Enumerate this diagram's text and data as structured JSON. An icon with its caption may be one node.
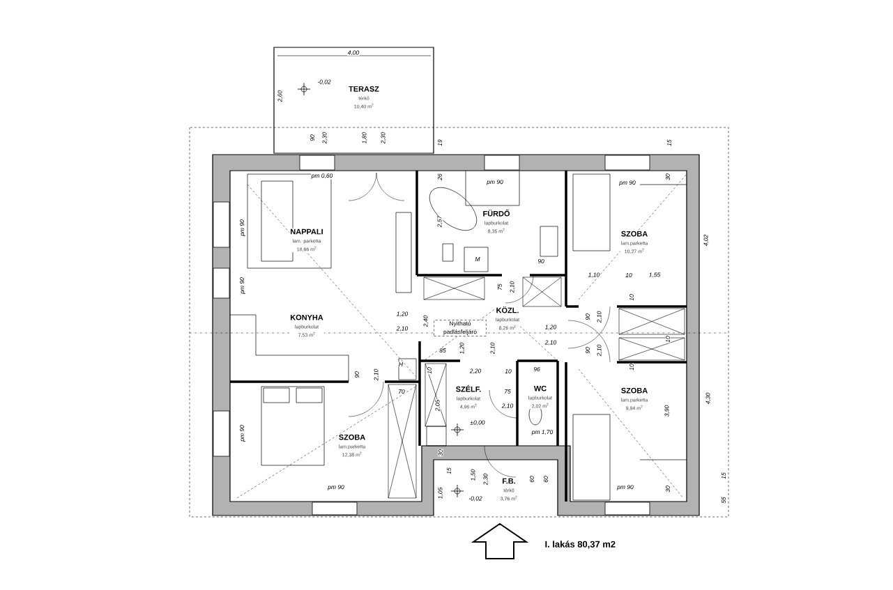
{
  "diagram": {
    "caption": "I. lakás 80,37 m2",
    "nodes": [
      {
        "text": [
          "TERASZ",
          "térkő",
          "10,40 m$^{2}$"
        ]
      },
      {
        "text": [
          "NAPPALI",
          "lam. parketta",
          "18,66 m$^{2}$"
        ]
      },
      {
        "text": [
          "FÜRDŐ",
          "lapburkolat",
          "8,35 m$^{2}$"
        ]
      },
      {
        "text": [
          "SZOBA",
          "lam.parketta",
          "10,27 m$^{2}$"
        ]
      },
      {
        "text": [
          "KONYHA",
          "lapburkolat",
          "7,53 m$^{2}$"
        ]
      },
      {
        "text": [
          "KÖZL.",
          "lapburkolat",
          "8,26 m$^{2}$"
        ]
      },
      {
        "text": [
          "Nyitható padlásfeljáró"
        ]
      },
      {
        "text": [
          "SZOBA",
          "lam.parketta",
          "12,38 m$^{2}$"
        ]
      },
      {
        "text": [
          "SZÉLF.",
          "lapburkolat",
          "4,96 m$^{2}$"
        ]
      },
      {
        "text": [
          "WC",
          "lapburkolat",
          "2,02 m$^{2}$"
        ]
      },
      {
        "text": [
          "SZOBA",
          "lam.parketta",
          "9,94 m$^{2}$"
        ]
      },
      {
        "text": [
          "F.B.",
          "térkő",
          "3,76 m$^{2}$"
        ]
      }
    ],
    "labels": [
      "4,00",
      "2,60",
      "-0,02",
      "90",
      "2,30",
      "1,80",
      "2,30",
      "19",
      "pm 0,60",
      "26",
      "2,57",
      "pm 90",
      "pm 90",
      "15",
      "30",
      "pm 90",
      "pm 90",
      "M",
      "90",
      "4,02",
      "1,10",
      "10",
      "1,55",
      "75",
      "2,10",
      "1,20",
      "2,10",
      "2,40",
      "1,20",
      "2,10",
      "90",
      "2,10",
      "90",
      "2,10",
      "10",
      "10",
      "10",
      "85",
      "1,20",
      "2,10",
      "2,20",
      "10",
      "96",
      "10",
      "H",
      "90",
      "2,10",
      "70",
      "75",
      "2,10",
      "2,05",
      "±0,00",
      "pm 1,70",
      "pm 90",
      "pm 90",
      "pm 90",
      "3,90",
      "30",
      "4,30",
      "15",
      "55",
      "30",
      "15",
      "1,05",
      "1,50",
      "2,30",
      "60",
      "60",
      "-0,02"
    ]
  }
}
